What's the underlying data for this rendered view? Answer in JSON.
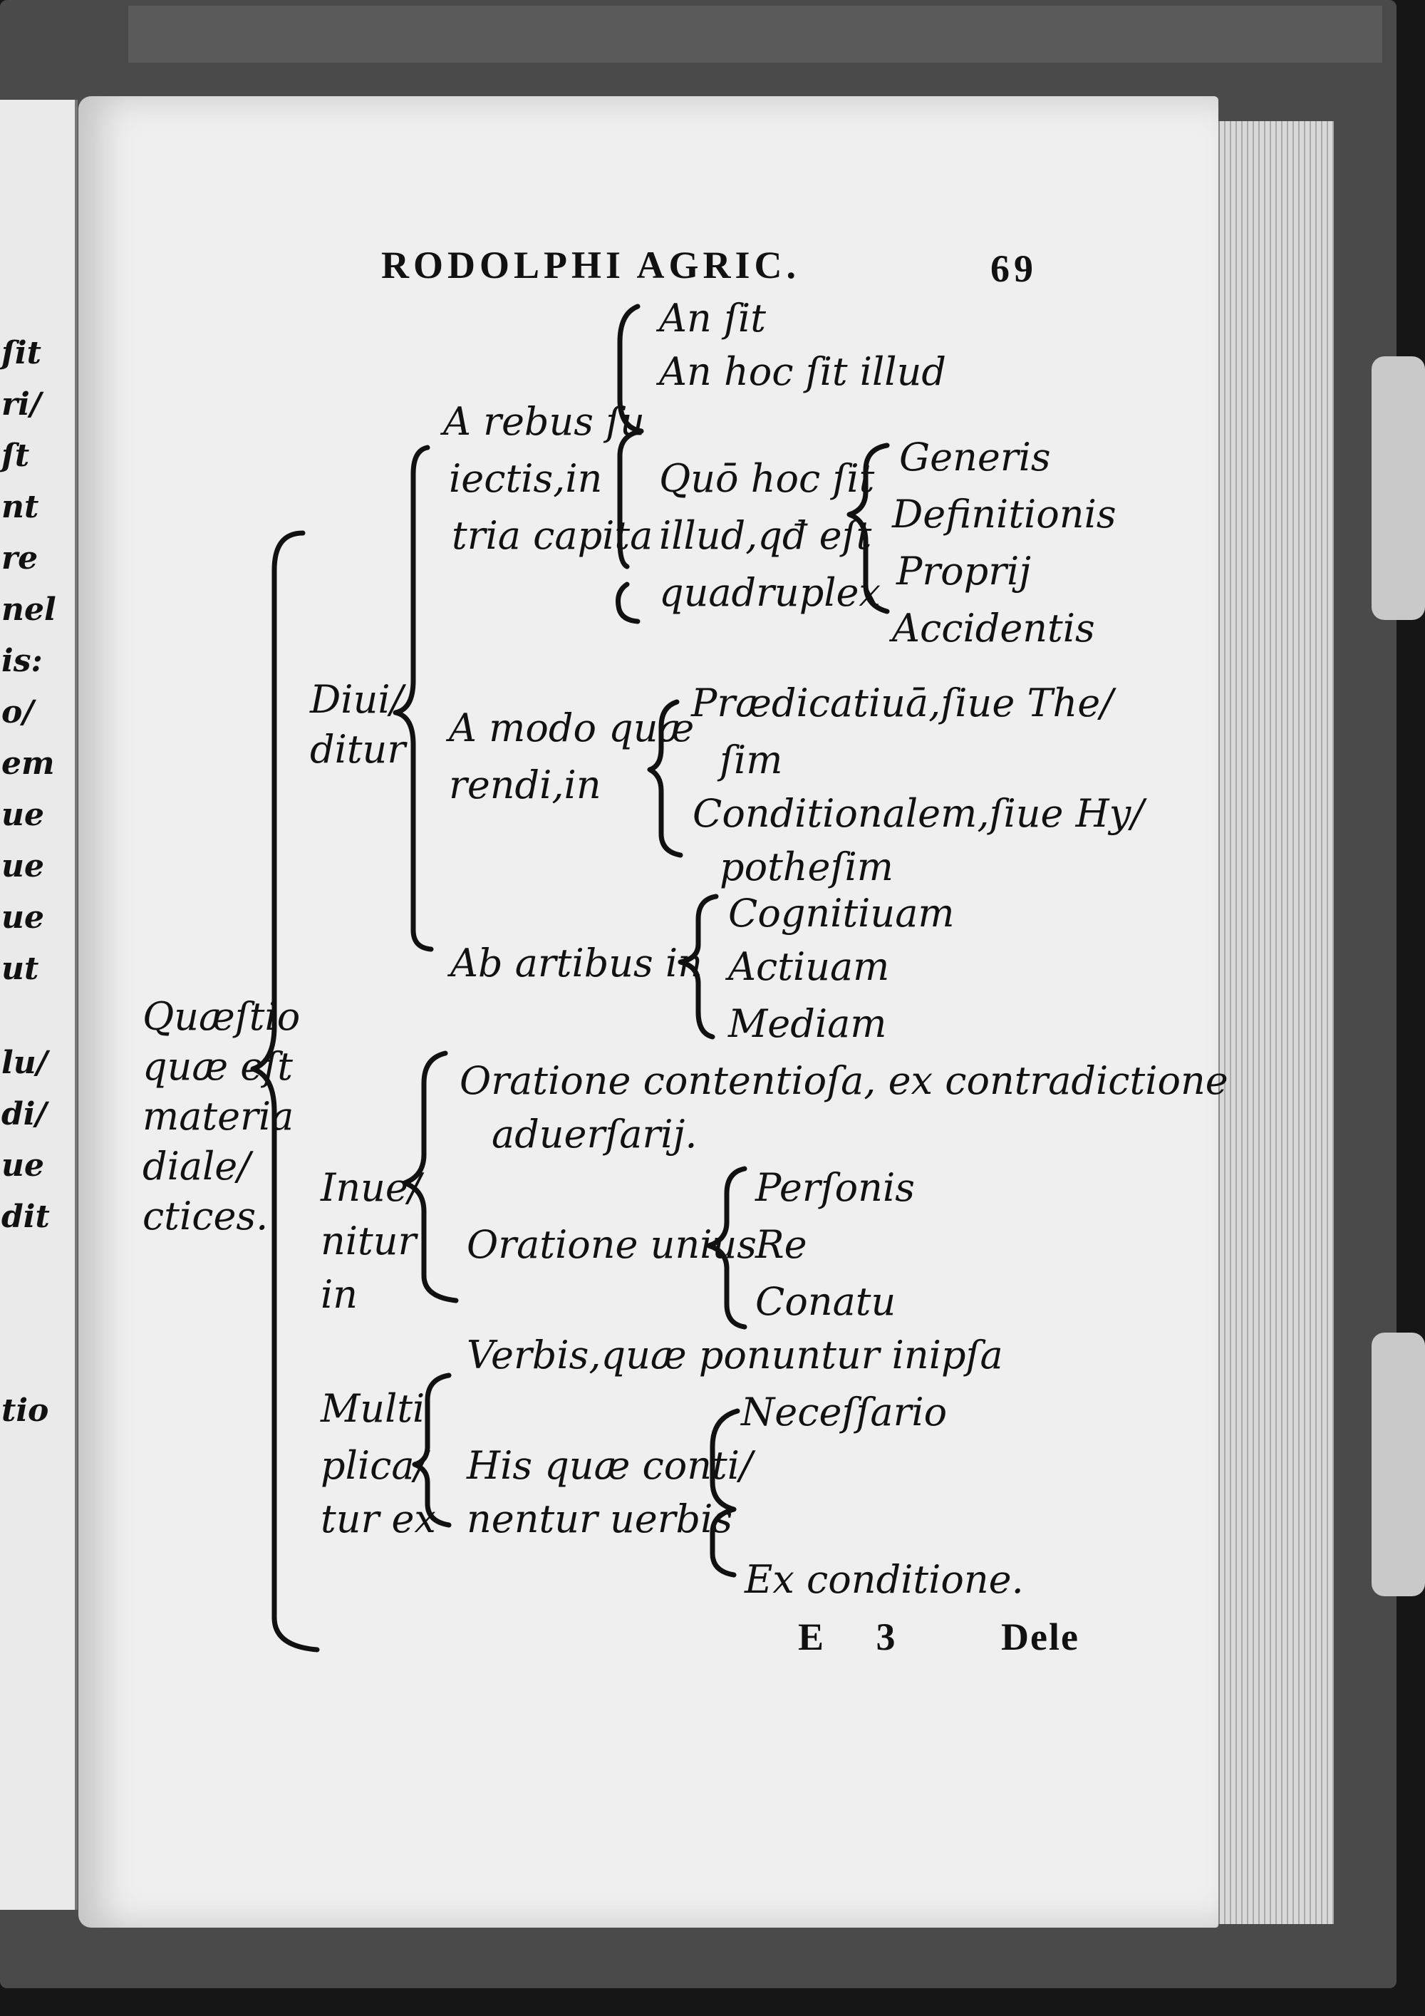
{
  "running_head": "RODOLPHI AGRIC.",
  "page_number": "69",
  "signature": "E 3",
  "catchword": "Dele",
  "left_page_fragments": [
    "ſit",
    "ri/",
    "ſt",
    "nt",
    "re",
    "nel",
    "is:",
    "o/",
    "em",
    "ue",
    "ue",
    "ue",
    "ut",
    "lu/",
    "di/",
    "ue",
    "dit",
    "tio"
  ],
  "root": [
    "Quæſtio",
    "quæ eſt",
    "materia",
    "diale/",
    "ctices."
  ],
  "diuiditur": {
    "label": [
      "Diui/",
      "ditur"
    ],
    "rebus": {
      "label": [
        "A rebus ſu",
        "iectis,in",
        "tria capita"
      ],
      "an_sit": "An ſit",
      "an_hoc": "An hoc ſit illud",
      "quo_label": [
        "Quō hoc ſit",
        "illud,qđ eſt",
        "quadruplex"
      ],
      "quo_items": [
        "Generis",
        "Definitionis",
        "Proprij",
        "Accidentis"
      ]
    },
    "modo": {
      "label": [
        "A modo quæ",
        "rendi,in"
      ],
      "items": [
        "Prædicatiuā,ſiue The/",
        "ſim",
        "Conditionalem,ſiue Hy/",
        "potheſim"
      ]
    },
    "artibus": {
      "label": "Ab artibus in",
      "items": [
        "Cognitiuam",
        "Actiuam",
        "Mediam"
      ]
    }
  },
  "inuenitur": {
    "label": [
      "Inue/",
      "nitur",
      "in"
    ],
    "contentiosa": [
      "Oratione contentioſa, ex contradictione",
      "aduerſarij."
    ],
    "unius_label": "Oratione unius",
    "unius_items": [
      "Perſonis",
      "Re",
      "Conatu"
    ]
  },
  "multiplicatur": {
    "label": [
      "Multi",
      "plica/",
      "tur ex"
    ],
    "verbis": "Verbis,quæ ponuntur inipſa",
    "his_label": [
      "His quæ conti/",
      "nentur uerbis"
    ],
    "his_items": [
      "Neceſſario",
      "Ex conditione."
    ]
  }
}
